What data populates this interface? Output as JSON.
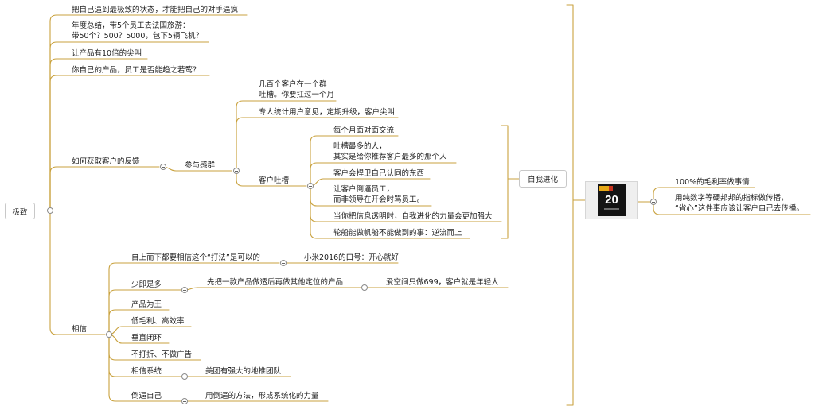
{
  "theme": {
    "connector_color": "#c9a23f"
  },
  "root": {
    "label": "极致"
  },
  "level1": {
    "extreme_state": "把自己逼到最极致的状态，才能把自己的对手逼疯",
    "annual_summary": {
      "line1": "年度总结，带5个员工去法国旅游：",
      "line2": "带50个？500？5000，包下5辆飞机？"
    },
    "product_scream": "让产品有10倍的尖叫",
    "employees_flock": "你自己的产品，员工是否能趋之若鹜？",
    "customer_feedback": "如何获取客户的反馈",
    "believe": "相信"
  },
  "feedback": {
    "participation_group": "参与感群",
    "hundreds_group": {
      "line1": "几百个客户在一个群",
      "line2": "吐槽。你要扛过一个月"
    },
    "dedicated_stats": "专人统计用户意见，定期升级，客户尖叫",
    "customer_complaints": "客户吐槽",
    "complaints": [
      {
        "line1": "每个月面对面交流"
      },
      {
        "line1": "吐槽最多的人，",
        "line2": "其实是给你推荐客户最多的那个人"
      },
      {
        "line1": "客户会捍卫自己认同的东西"
      },
      {
        "line1": "让客户倒逼员工，",
        "line2": "而非领导在开会时骂员工。"
      },
      {
        "line1": "当你把信息透明时，自我进化的力量会更加强大"
      },
      {
        "line1": "轮船能做帆船不能做到的事：逆流而上"
      }
    ],
    "summary": "自我进化"
  },
  "believe": {
    "top_down": {
      "label": "自上而下都要相信这个“打法”是可以的",
      "child": "小米2016的口号：开心就好"
    },
    "less_is_more": {
      "label": "少即是多",
      "child": "先把一款产品做透后再做其他定位的产品",
      "grandchild": "爱空间只做699，客户就是年轻人"
    },
    "product_first": "产品为王",
    "low_margin": "低毛利、高效率",
    "vertical_loop": "垂直闭环",
    "no_discount": "不打折、不做广告",
    "trust_system": {
      "label": "相信系统",
      "child": "美团有强大的地推团队"
    },
    "push_self": {
      "label": "倒逼自己",
      "child": "用倒逼的方法，形成系统化的力量"
    }
  },
  "book": {
    "cover_number": "20",
    "points": [
      {
        "line1": "100%的毛利率做事情"
      },
      {
        "line1": "用纯数字等硬邦邦的指标做传播，",
        "line2": "“省心”这件事应该让客户自己去传播。"
      }
    ]
  }
}
